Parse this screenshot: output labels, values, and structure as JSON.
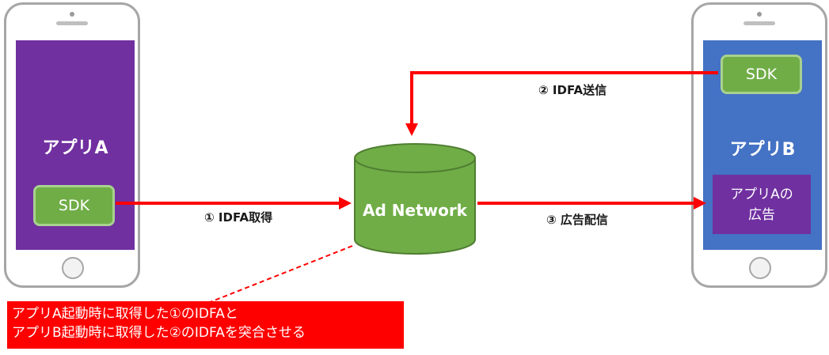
{
  "phone_a": {
    "app_name": "アプリA",
    "sdk_label": "SDK",
    "screen_color": "#7030a0"
  },
  "phone_b": {
    "app_name": "アプリB",
    "sdk_label": "SDK",
    "ad_line1": "アプリAの",
    "ad_line2": "広告",
    "screen_color": "#4472c4"
  },
  "ad_network": {
    "label": "Ad Network",
    "color": "#70ad47"
  },
  "arrows": {
    "step1": "① IDFA取得",
    "step2": "② IDFA送信",
    "step3": "③ 広告配信",
    "color": "#ff0000"
  },
  "note": {
    "line1": "アプリA起動時に取得した①のIDFAと",
    "line2": "アプリB起動時に取得した②のIDFAを突合させる"
  }
}
